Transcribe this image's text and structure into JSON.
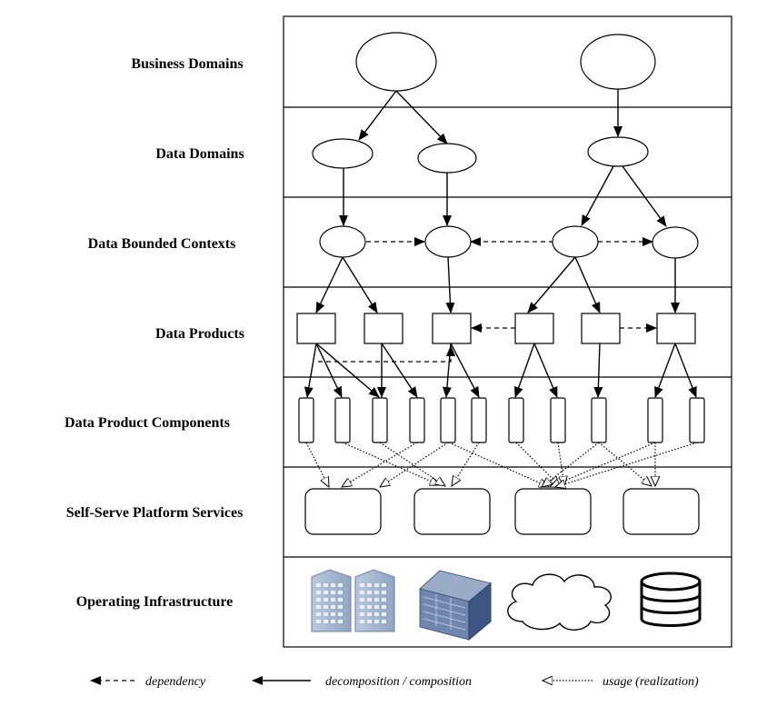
{
  "layers": [
    {
      "id": "business",
      "label": "Business Domains"
    },
    {
      "id": "data-domains",
      "label": "Data Domains"
    },
    {
      "id": "bounded-contexts",
      "label": "Data Bounded Contexts"
    },
    {
      "id": "data-products",
      "label": "Data Products"
    },
    {
      "id": "components",
      "label": "Data Product Components"
    },
    {
      "id": "platform",
      "label": "Self-Serve Platform Services"
    },
    {
      "id": "infrastructure",
      "label": "Operating Infrastructure"
    }
  ],
  "legend": {
    "dependency": "dependency",
    "decomposition": "decomposition / composition",
    "usage": "usage (realization)"
  },
  "infrastructure_icons": [
    "building-icon",
    "server-rack-icon",
    "cloud-icon",
    "database-icon"
  ]
}
